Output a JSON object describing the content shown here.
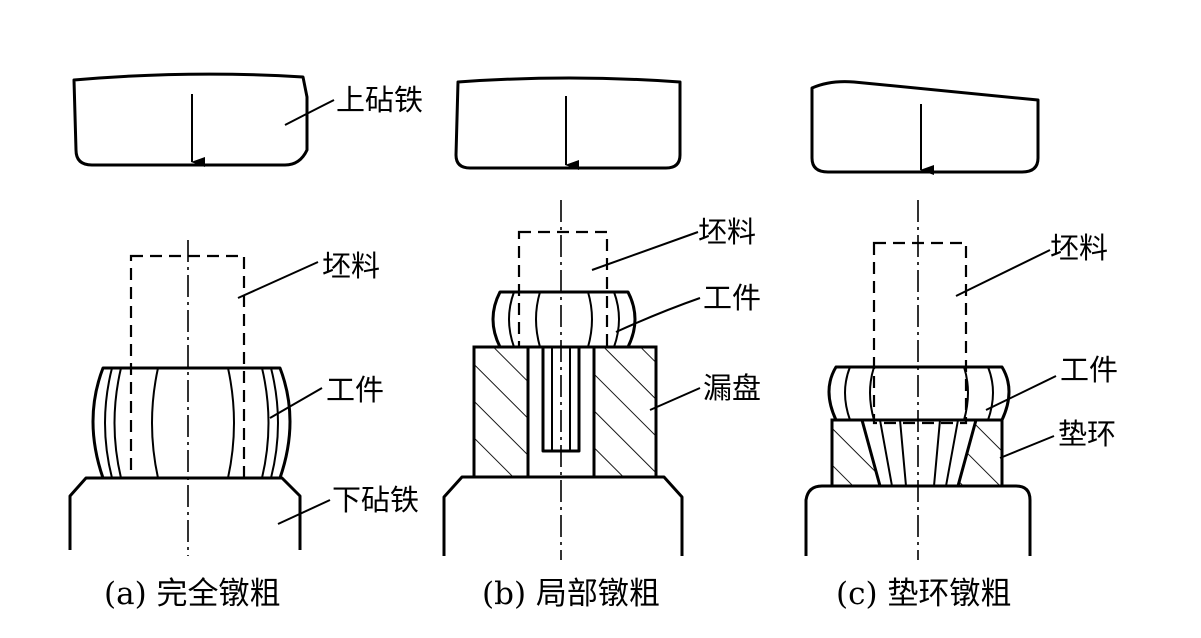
{
  "panels": [
    {
      "caption": "(a) 完全镦粗",
      "labels": {
        "upper_anvil": "上砧铁",
        "blank": "坯料",
        "workpiece": "工件",
        "lower_anvil": "下砧铁"
      }
    },
    {
      "caption": "(b) 局部镦粗",
      "labels": {
        "blank": "坯料",
        "workpiece": "工件",
        "leak_plate": "漏盘"
      }
    },
    {
      "caption": "(c) 垫环镦粗",
      "labels": {
        "blank": "坯料",
        "workpiece": "工件",
        "backing_ring": "垫环"
      }
    }
  ],
  "colors": {
    "ink": "#000000",
    "paper": "#ffffff"
  }
}
